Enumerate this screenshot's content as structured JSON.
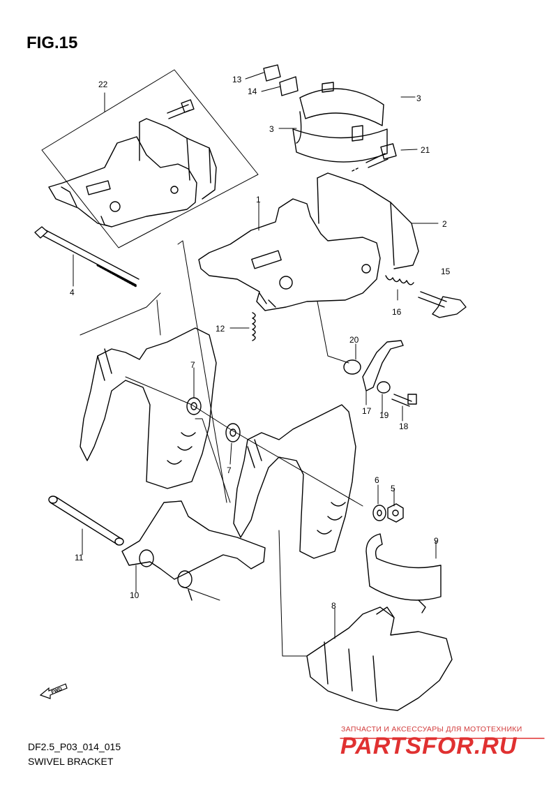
{
  "figure": {
    "title": "FIG.15",
    "model_code": "DF2.5_P03_014_015",
    "name": "SWIVEL BRACKET"
  },
  "fwd_label": "FWD",
  "callouts": [
    "22",
    "13",
    "14",
    "3",
    "3",
    "21",
    "1",
    "2",
    "4",
    "15",
    "16",
    "12",
    "20",
    "7",
    "17",
    "19",
    "18",
    "7",
    "6",
    "5",
    "9",
    "11",
    "10",
    "8"
  ],
  "watermark": {
    "tagline": "ЗАПЧАСТИ И АКСЕССУАРЫ ДЛЯ МОТОТЕХНИКИ",
    "logo": "PARTSFOR.RU",
    "color": "#e03131"
  }
}
